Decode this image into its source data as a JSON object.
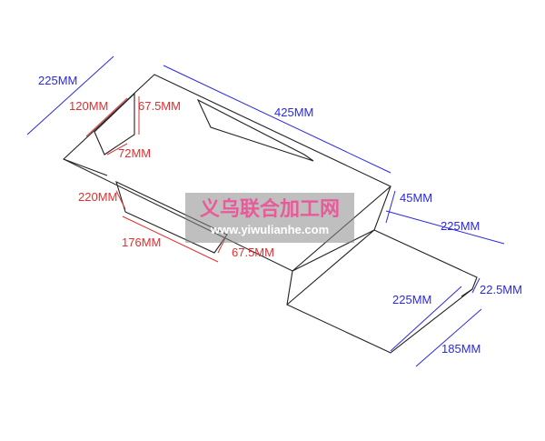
{
  "colors": {
    "outline": "#222222",
    "outer_dimension": "#2a2ae0",
    "inner_dimension": "#e03030",
    "watermark_title": "#e85a9a"
  },
  "dimensions": {
    "outer": [
      {
        "id": "d225_top",
        "label": "225MM"
      },
      {
        "id": "d425",
        "label": "425MM"
      },
      {
        "id": "d45",
        "label": "45MM"
      },
      {
        "id": "d225_right",
        "label": "225MM"
      },
      {
        "id": "d225_flap",
        "label": "225MM"
      },
      {
        "id": "d22_5",
        "label": "22.5MM"
      },
      {
        "id": "d185",
        "label": "185MM"
      }
    ],
    "inner": [
      {
        "id": "d120",
        "label": "120MM"
      },
      {
        "id": "d67_5_top",
        "label": "67.5MM"
      },
      {
        "id": "d72",
        "label": "72MM"
      },
      {
        "id": "d220",
        "label": "220MM"
      },
      {
        "id": "d176",
        "label": "176MM"
      },
      {
        "id": "d67_5_bottom",
        "label": "67.5MM"
      }
    ]
  },
  "watermark": {
    "title": "义乌联合加工网",
    "url": "www.yiwulianhe.com"
  }
}
